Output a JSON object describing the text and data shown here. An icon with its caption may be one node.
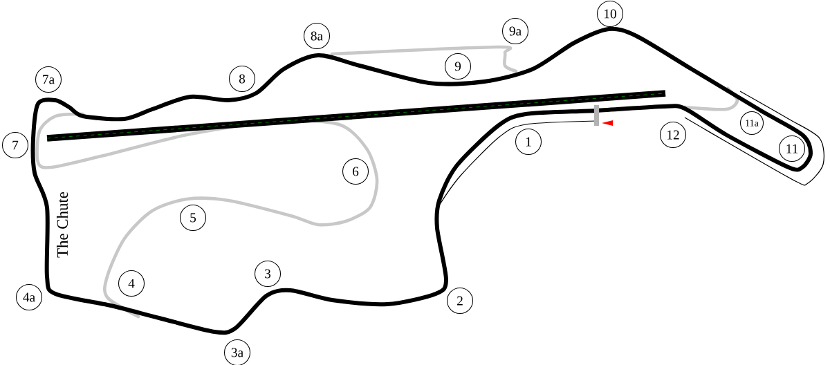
{
  "diagram": {
    "nodes": [
      {
        "text": [
          "10"
        ]
      },
      {
        "text": [
          "9a"
        ]
      },
      {
        "text": [
          "8a"
        ]
      },
      {
        "text": [
          "9"
        ]
      },
      {
        "text": [
          "7a"
        ]
      },
      {
        "text": [
          "8"
        ]
      },
      {
        "text": [
          "7"
        ]
      },
      {
        "text": [
          "1"
        ]
      },
      {
        "text": [
          "12"
        ]
      },
      {
        "text": [
          "11a"
        ]
      },
      {
        "text": [
          "11"
        ]
      },
      {
        "text": [
          "6"
        ]
      },
      {
        "text": [
          "5"
        ]
      },
      {
        "text": [
          "3"
        ]
      },
      {
        "text": [
          "4"
        ]
      },
      {
        "text": [
          "4a"
        ]
      },
      {
        "text": [
          "2"
        ]
      },
      {
        "text": [
          "3a"
        ]
      }
    ],
    "labels": [
      "The Chute"
    ]
  }
}
